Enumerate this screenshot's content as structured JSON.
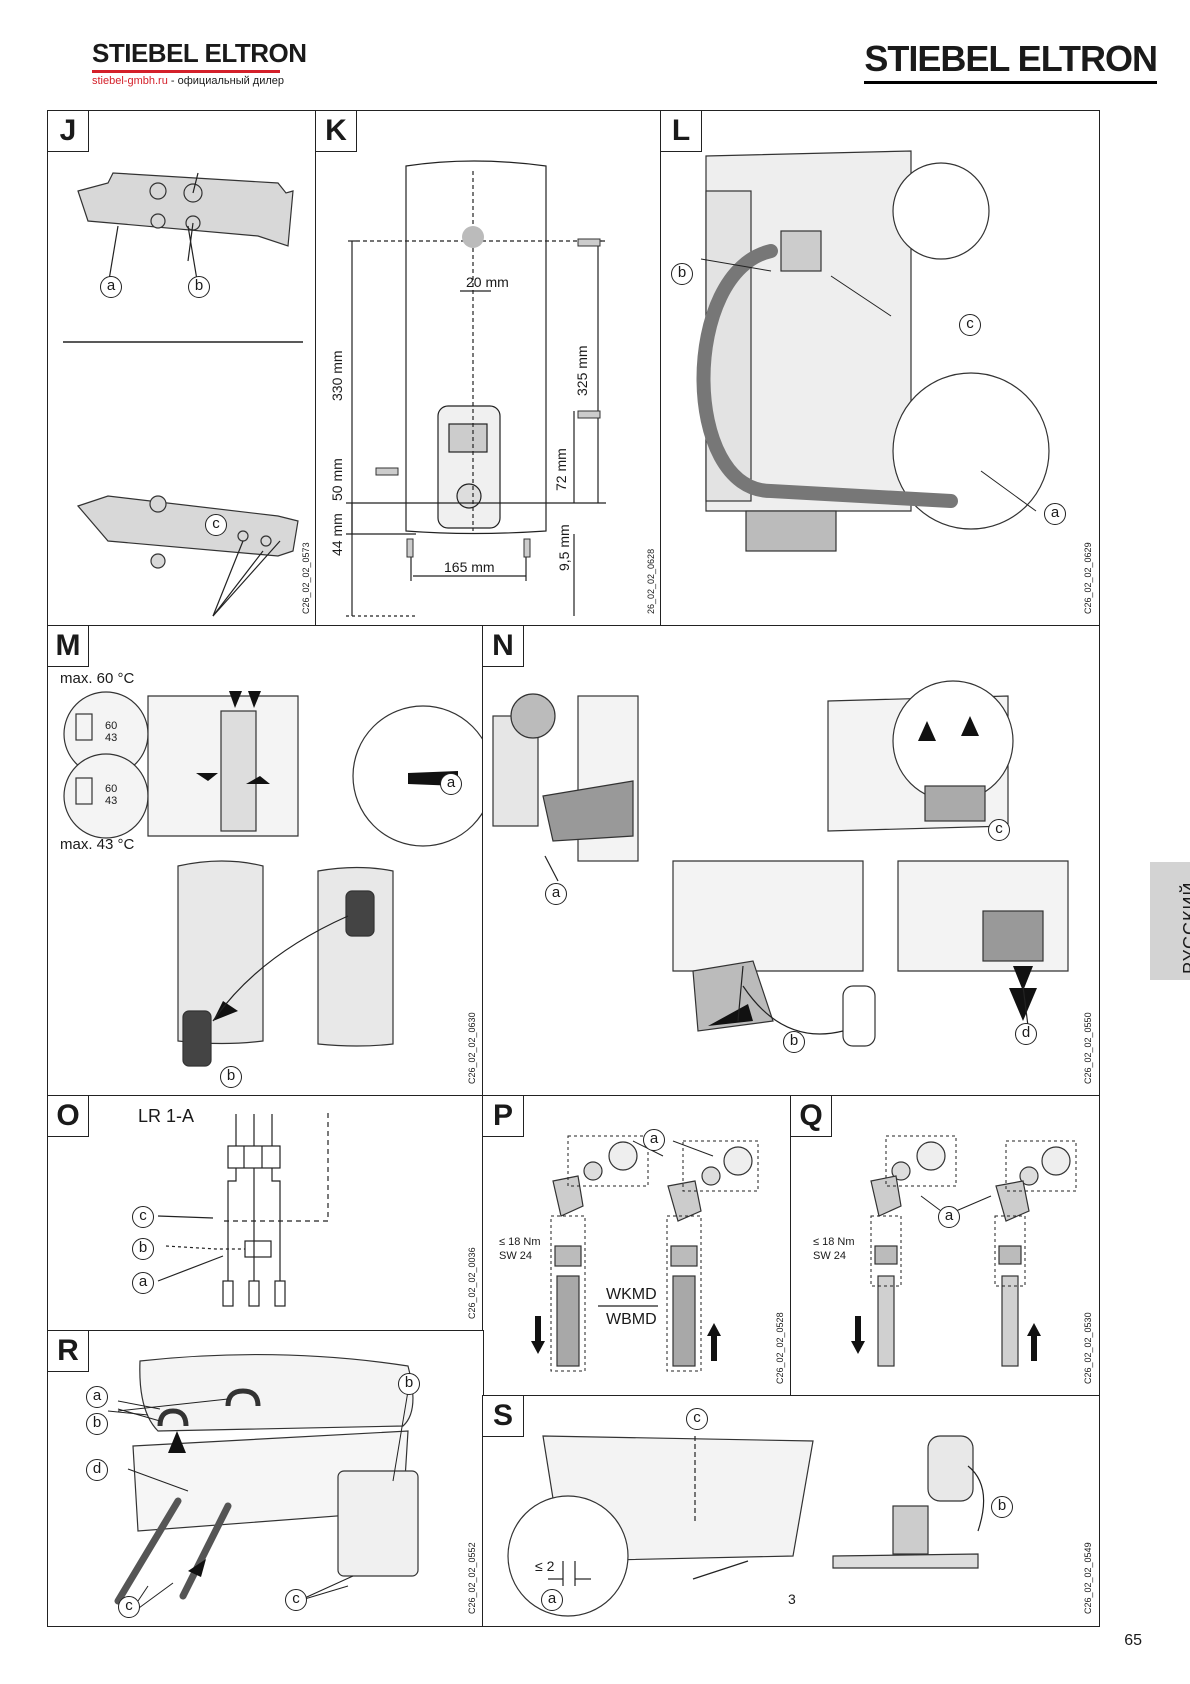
{
  "header": {
    "dealer_logo": "STIEBEL ELTRON",
    "dealer_url": "stiebel-gmbh.ru",
    "dealer_text": " - официальный дилер",
    "brand_logo": "STIEBEL ELTRON"
  },
  "side_tab": "РУССКИЙ",
  "page_number": "65",
  "panels": {
    "J": {
      "label": "J",
      "code": "C26_02_02_0573",
      "a": "a",
      "b": "b",
      "c": "c"
    },
    "K": {
      "label": "K",
      "code": "26_02_02_0628",
      "d330": "330 mm",
      "d325": "325 mm",
      "d20": "20 mm",
      "d72": "72 mm",
      "d50": "50 mm",
      "d44": "44 mm",
      "d9": "9,5 mm",
      "d165": "165 mm"
    },
    "L": {
      "label": "L",
      "code": "C26_02_02_0629",
      "a": "a",
      "b": "b",
      "c": "c"
    },
    "M": {
      "label": "M",
      "code": "C26_02_02_0630",
      "max60": "max. 60 °C",
      "max43": "max. 43 °C",
      "v1a": "60",
      "v1b": "43",
      "v2a": "60",
      "v2b": "43",
      "a": "a",
      "b": "b"
    },
    "N": {
      "label": "N",
      "code": "C26_02_02_0550",
      "a": "a",
      "b": "b",
      "c": "c",
      "d": "d"
    },
    "O": {
      "label": "O",
      "code": "C26_02_02_0036",
      "title": "LR 1-A",
      "a": "a",
      "b": "b",
      "c": "c"
    },
    "P": {
      "label": "P",
      "code": "C26_02_02_0528",
      "torque": "≤ 18 Nm",
      "sw": "SW 24",
      "wkmd": "WKMD",
      "wbmd": "WBMD",
      "a": "a"
    },
    "Q": {
      "label": "Q",
      "code": "C26_02_02_0530",
      "torque": "≤ 18 Nm",
      "sw": "SW 24",
      "a": "a"
    },
    "R": {
      "label": "R",
      "code": "C26_02_02_0552",
      "a": "a",
      "b": "b",
      "b2": "b",
      "c": "c",
      "c2": "c",
      "d": "d"
    },
    "S": {
      "label": "S",
      "code": "C26_02_02_0549",
      "a": "a",
      "b": "b",
      "c": "c",
      "le2": "≤ 2",
      "three": "3"
    }
  }
}
